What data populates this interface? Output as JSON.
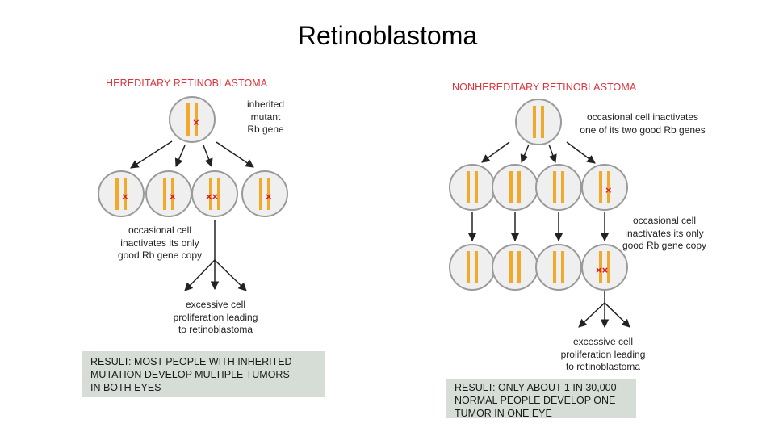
{
  "title": "Retinoblastoma",
  "colors": {
    "heading": "#e0323c",
    "chromosome": "#f0a92a",
    "mutation": "#d41f2a",
    "cell_fill": "#efefef",
    "cell_stroke": "#9a9a9a",
    "result_bg": "#d6dcd6"
  },
  "hereditary": {
    "heading": "HEREDITARY RETINOBLASTOMA",
    "inherited_note": [
      "inherited",
      "mutant",
      "Rb gene"
    ],
    "inactivation_note": [
      "occasional cell",
      "inactivates its only",
      "good Rb gene copy"
    ],
    "outcome_note": [
      "excessive cell",
      "proliferation leading",
      "to retinoblastoma"
    ],
    "result": [
      "RESULT: MOST PEOPLE WITH INHERITED",
      "MUTATION DEVELOP MULTIPLE TUMORS",
      "IN BOTH EYES"
    ]
  },
  "nonhereditary": {
    "heading": "NONHEREDITARY RETINOBLASTOMA",
    "first_hit_note": [
      "occasional cell inactivates",
      "one of its two good Rb genes"
    ],
    "second_hit_note": [
      "occasional cell",
      "inactivates its only",
      "good Rb gene copy"
    ],
    "outcome_note": [
      "excessive cell",
      "proliferation leading",
      "to retinoblastoma"
    ],
    "result": [
      "RESULT: ONLY ABOUT 1 IN 30,000",
      "NORMAL PEOPLE DEVELOP ONE",
      "TUMOR IN ONE EYE"
    ]
  },
  "mutation_marks": {
    "single": "×",
    "double": "××"
  }
}
